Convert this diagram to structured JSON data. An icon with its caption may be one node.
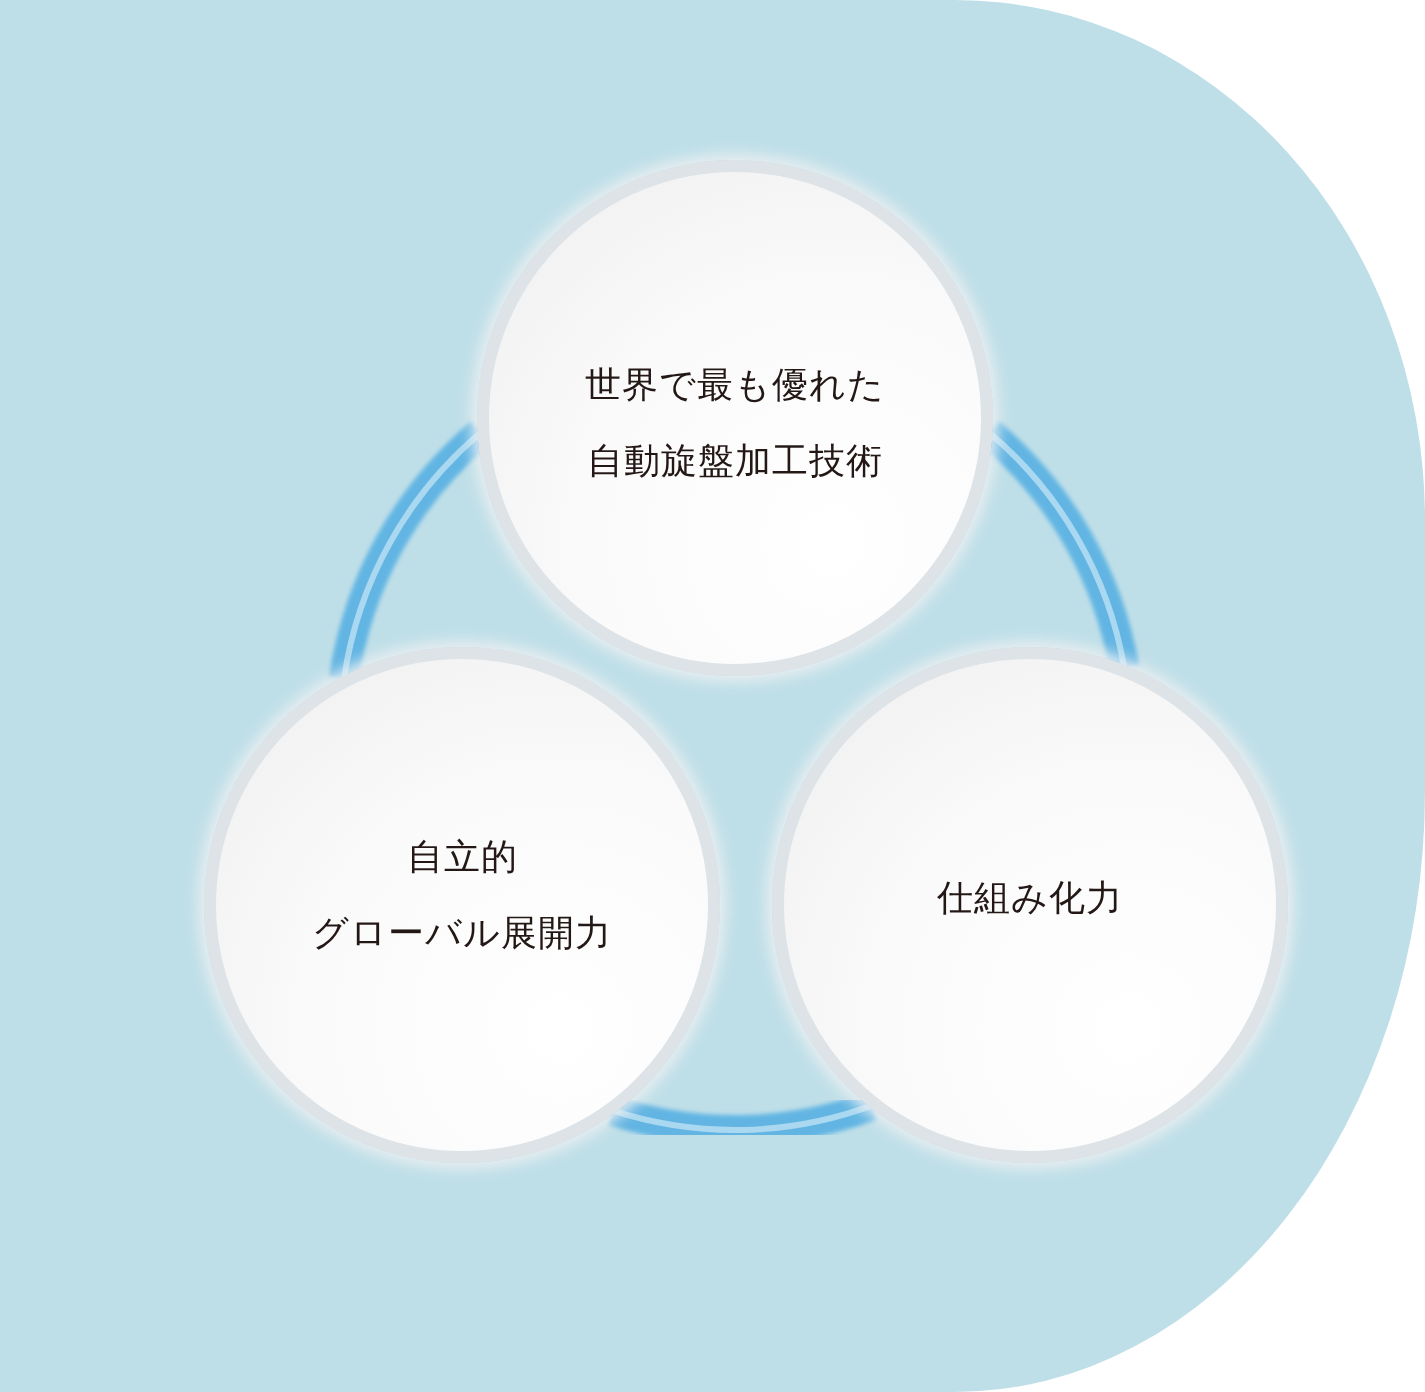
{
  "diagram": {
    "nodes": [
      {
        "text": [
          "世界で最も優れた自動旋盤加工技術"
        ]
      },
      {
        "text": [
          "自立的グローバル展開力"
        ]
      },
      {
        "text": [
          "仕組み化力"
        ]
      }
    ],
    "edges": [
      {
        "from": 0,
        "to": 2,
        "arrow": "none"
      },
      {
        "from": 2,
        "to": 1,
        "arrow": "none"
      },
      {
        "from": 1,
        "to": 0,
        "arrow": "none"
      }
    ]
  }
}
